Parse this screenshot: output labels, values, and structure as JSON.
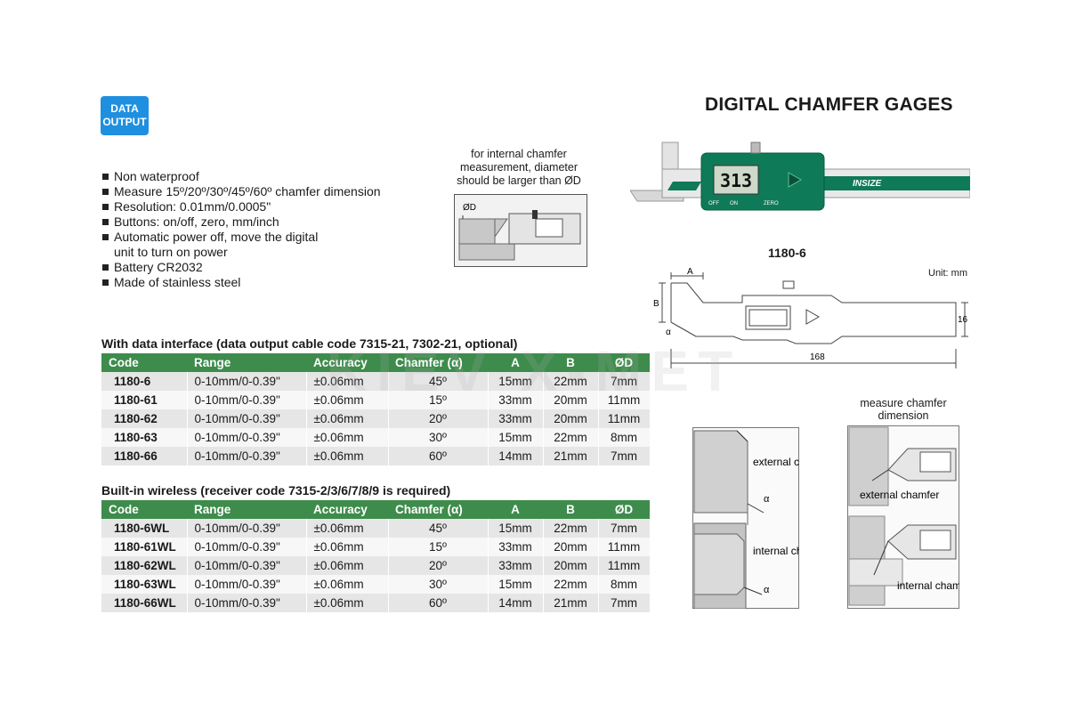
{
  "badge": {
    "line1": "DATA",
    "line2": "OUTPUT"
  },
  "title": "DIGITAL CHAMFER GAGES",
  "features": [
    "Non waterproof",
    "Measure 15º/20º/30º/45º/60º chamfer dimension",
    "Resolution: 0.01mm/0.0005\"",
    "Buttons: on/off, zero, mm/inch",
    "Automatic power off, move the digital",
    "Battery CR2032",
    "Made of stainless steel"
  ],
  "feature_cont": "unit to turn on power",
  "note": "for internal chamfer measurement, diameter should be larger than ØD",
  "inset_label": "ØD",
  "gauge": {
    "display_value": "313",
    "brand": "INSIZE",
    "btn_off": "OFF",
    "btn_on": "ON",
    "btn_zero": "ZERO"
  },
  "model": "1180-6",
  "unit": "Unit: mm",
  "dims": {
    "a": "A",
    "b": "B",
    "alpha": "α",
    "h16": "16",
    "l168": "168"
  },
  "table1": {
    "title": "With data interface (data output cable code 7315-21, 7302-21, optional)",
    "headers": [
      "Code",
      "Range",
      "Accuracy",
      "Chamfer (α)",
      "A",
      "B",
      "ØD"
    ],
    "rows": [
      [
        "1180-6",
        "0-10mm/0-0.39\"",
        "±0.06mm",
        "45º",
        "15mm",
        "22mm",
        "7mm"
      ],
      [
        "1180-61",
        "0-10mm/0-0.39\"",
        "±0.06mm",
        "15º",
        "33mm",
        "20mm",
        "11mm"
      ],
      [
        "1180-62",
        "0-10mm/0-0.39\"",
        "±0.06mm",
        "20º",
        "33mm",
        "20mm",
        "11mm"
      ],
      [
        "1180-63",
        "0-10mm/0-0.39\"",
        "±0.06mm",
        "30º",
        "15mm",
        "22mm",
        "8mm"
      ],
      [
        "1180-66",
        "0-10mm/0-0.39\"",
        "±0.06mm",
        "60º",
        "14mm",
        "21mm",
        "7mm"
      ]
    ]
  },
  "table2": {
    "title": "Built-in wireless (receiver code 7315-2/3/6/7/8/9 is required)",
    "headers": [
      "Code",
      "Range",
      "Accuracy",
      "Chamfer (α)",
      "A",
      "B",
      "ØD"
    ],
    "rows": [
      [
        "1180-6WL",
        "0-10mm/0-0.39\"",
        "±0.06mm",
        "45º",
        "15mm",
        "22mm",
        "7mm"
      ],
      [
        "1180-61WL",
        "0-10mm/0-0.39\"",
        "±0.06mm",
        "15º",
        "33mm",
        "20mm",
        "11mm"
      ],
      [
        "1180-62WL",
        "0-10mm/0-0.39\"",
        "±0.06mm",
        "20º",
        "33mm",
        "20mm",
        "11mm"
      ],
      [
        "1180-63WL",
        "0-10mm/0-0.39\"",
        "±0.06mm",
        "30º",
        "15mm",
        "22mm",
        "8mm"
      ],
      [
        "1180-66WL",
        "0-10mm/0-0.39\"",
        "±0.06mm",
        "60º",
        "14mm",
        "21mm",
        "7mm"
      ]
    ]
  },
  "diagrams": {
    "external": "external chamfer",
    "internal": "internal chamfer",
    "alpha": "α",
    "measure": "measure chamfer dimension",
    "ext_bottom": "external chamfer",
    "int_bottom": "internal chamfer"
  },
  "watermark": "KIEV X-MET",
  "colors": {
    "header_green": "#3e8c4c",
    "badge_blue": "#1f8fe0",
    "gauge_green": "#0f7a57"
  }
}
